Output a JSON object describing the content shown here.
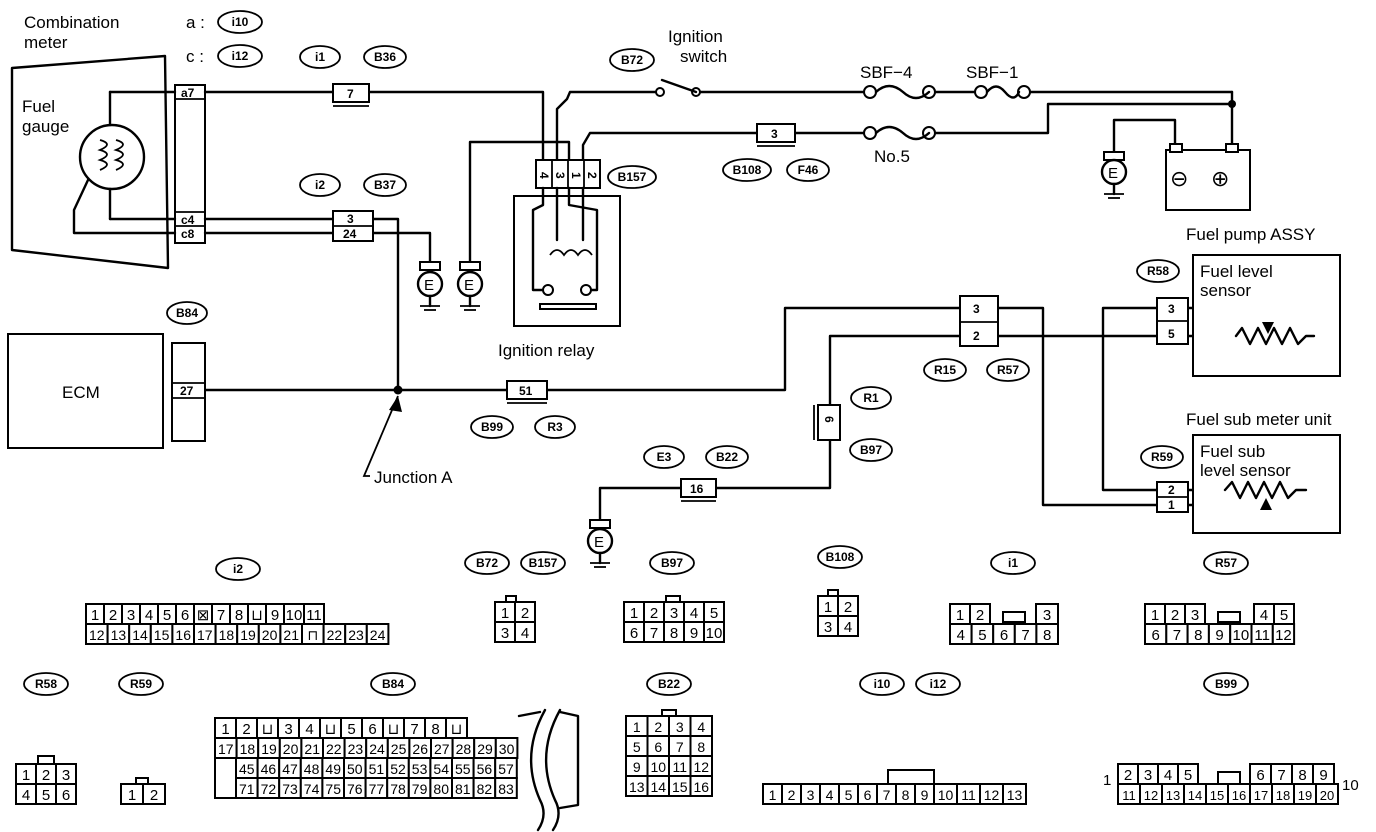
{
  "labels": {
    "combination_meter": [
      "Combination",
      "meter"
    ],
    "conn_a": "a :",
    "conn_c": "c :",
    "fuel_gauge": [
      "Fuel",
      "gauge"
    ],
    "ignition_switch": [
      "Ignition",
      "switch"
    ],
    "ignition_relay": "Ignition relay",
    "sbf4": "SBF−4",
    "sbf1": "SBF−1",
    "no5": "No.5",
    "ecm": "ECM",
    "junction_a": "Junction A",
    "fuel_pump_assy": "Fuel pump ASSY",
    "fuel_level_sensor": [
      "Fuel level",
      "sensor"
    ],
    "fuel_sub_meter_unit": "Fuel sub meter unit",
    "fuel_sub_level_sensor": [
      "Fuel sub",
      "level sensor"
    ],
    "ground": "E",
    "battery_minus": "⊖",
    "battery_plus": "⊕"
  },
  "connector_tags": {
    "i10": "i10",
    "i12": "i12",
    "i1": "i1",
    "B36": "B36",
    "B72": "B72",
    "B157": "B157",
    "B108": "B108",
    "F46": "F46",
    "i2": "i2",
    "B37": "B37",
    "B84": "B84",
    "R58": "R58",
    "R15": "R15",
    "R57": "R57",
    "B99": "B99",
    "R3": "R3",
    "R1": "R1",
    "B97": "B97",
    "E3": "E3",
    "B22": "B22",
    "R59": "R59"
  },
  "pins": {
    "meter_a7": "a7",
    "meter_c4": "c4",
    "meter_c8": "c8",
    "i1_b36": "7",
    "i2_b37_top": "3",
    "i2_b37_bot": "24",
    "relay_pins": [
      "4",
      "3",
      "1",
      "2"
    ],
    "b108_f46": "3",
    "b84": "27",
    "b99_r3": "51",
    "r15_top": "3",
    "r15_bot": "2",
    "r58_top": "3",
    "r58_bot": "5",
    "r1_b97": "6",
    "e3_b22": "16",
    "r59_top": "2",
    "r59_bot": "1"
  },
  "faces": {
    "i2": {
      "label": "i2",
      "row1": [
        "1",
        "2",
        "3",
        "4",
        "5",
        "6",
        "⊠",
        "7",
        "8",
        "⊔",
        "9",
        "10",
        "11"
      ],
      "row2": [
        "12",
        "13",
        "14",
        "15",
        "16",
        "17",
        "18",
        "19",
        "20",
        "21",
        "⊓",
        "22",
        "23",
        "24"
      ]
    },
    "b72_b157": {
      "labels": [
        "B72",
        "B157"
      ],
      "rows": [
        [
          "1",
          "2"
        ],
        [
          "3",
          "4"
        ]
      ]
    },
    "b97": {
      "label": "B97",
      "rows": [
        [
          "1",
          "2",
          "3",
          "4",
          "5"
        ],
        [
          "6",
          "7",
          "8",
          "9",
          "10"
        ]
      ]
    },
    "b108": {
      "label": "B108",
      "rows": [
        [
          "1",
          "2"
        ],
        [
          "3",
          "4"
        ]
      ]
    },
    "i1": {
      "label": "i1",
      "row1": [
        "1",
        "2",
        "3"
      ],
      "row2": [
        "4",
        "5",
        "6",
        "7",
        "8"
      ]
    },
    "r57": {
      "label": "R57",
      "row1": [
        "1",
        "2",
        "3",
        "4",
        "5"
      ],
      "row2": [
        "6",
        "7",
        "8",
        "9",
        "10",
        "11",
        "12"
      ]
    },
    "r58": {
      "label": "R58",
      "rows": [
        [
          "1",
          "2",
          "3"
        ],
        [
          "4",
          "5",
          "6"
        ]
      ]
    },
    "r59": {
      "label": "R59",
      "rows": [
        [
          "1",
          "2"
        ]
      ]
    },
    "b84": {
      "label": "B84",
      "row1": [
        "1",
        "2",
        "⊔",
        "3",
        "4",
        "⊔",
        "5",
        "6",
        "⊔",
        "7",
        "8",
        "⊔"
      ],
      "row2": [
        "17",
        "18",
        "19",
        "20",
        "21",
        "22",
        "23",
        "24",
        "25",
        "26",
        "27",
        "28",
        "29",
        "30"
      ],
      "row3": [
        "45",
        "46",
        "47",
        "48",
        "49",
        "50",
        "51",
        "52",
        "53",
        "54",
        "55",
        "56",
        "57"
      ],
      "row4": [
        "71",
        "72",
        "73",
        "74",
        "75",
        "76",
        "77",
        "78",
        "79",
        "80",
        "81",
        "82",
        "83"
      ]
    },
    "b22": {
      "label": "B22",
      "rows": [
        [
          "1",
          "2",
          "3",
          "4"
        ],
        [
          "5",
          "6",
          "7",
          "8"
        ],
        [
          "9",
          "10",
          "11",
          "12"
        ],
        [
          "13",
          "14",
          "15",
          "16"
        ]
      ]
    },
    "i10_i12": {
      "labels": [
        "i10",
        "i12"
      ],
      "rows": [
        [
          "1",
          "2",
          "3",
          "4",
          "5",
          "6",
          "7",
          "8",
          "9",
          "10",
          "11",
          "12",
          "13"
        ]
      ]
    },
    "b99": {
      "label": "B99",
      "left": "1",
      "right": "10",
      "row1": [
        "2",
        "3",
        "4",
        "5",
        "6",
        "7",
        "8",
        "9"
      ],
      "row2": [
        "11",
        "12",
        "13",
        "14",
        "15",
        "16",
        "17",
        "18",
        "19",
        "20"
      ]
    }
  }
}
